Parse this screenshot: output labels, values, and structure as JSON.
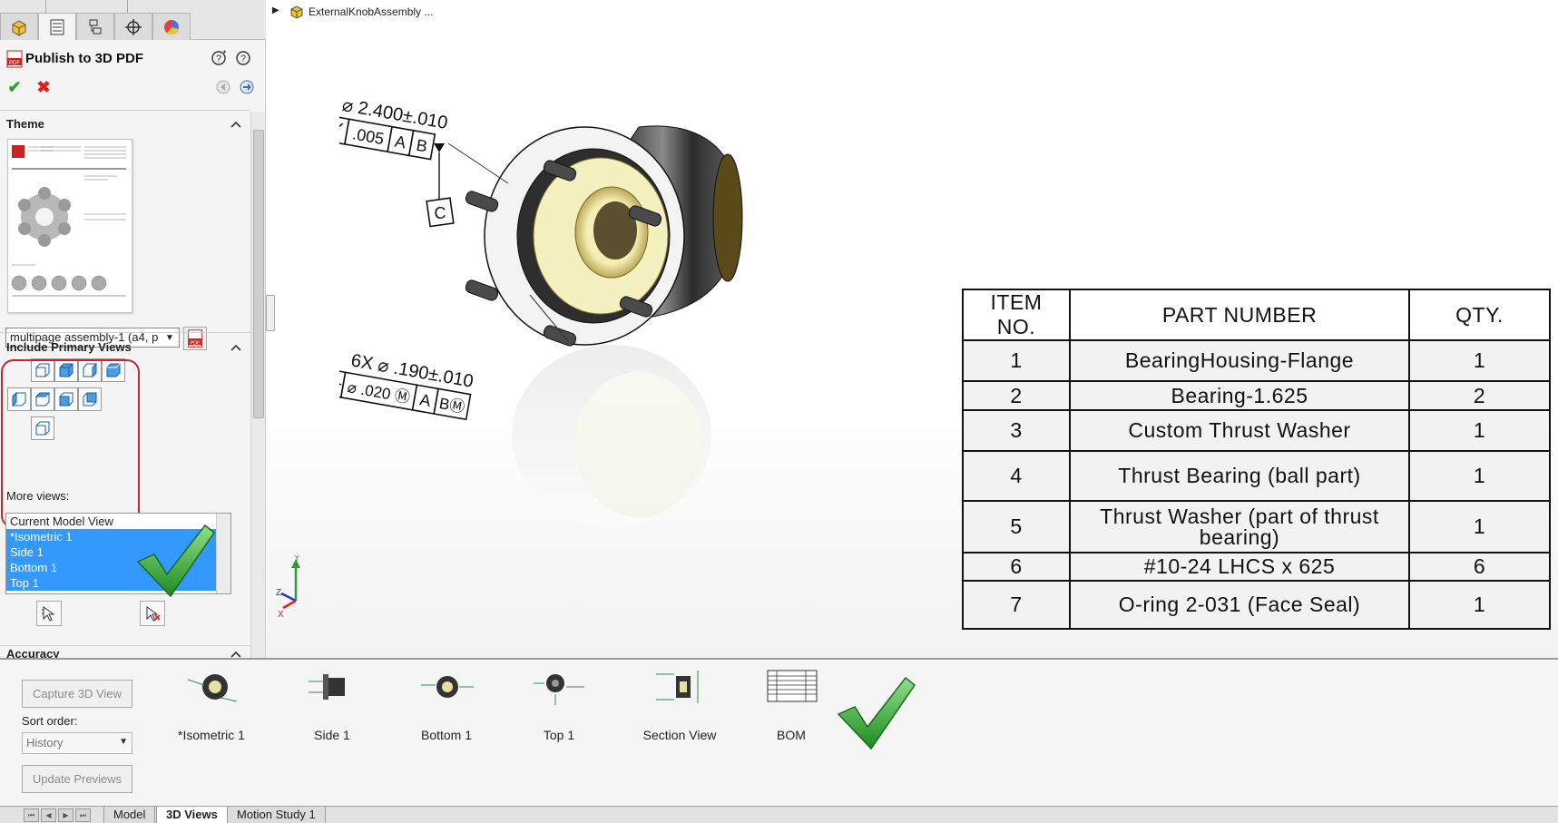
{
  "viewport": {
    "tree_label": "ExternalKnobAssembly ..."
  },
  "property_manager": {
    "title": "Publish to 3D PDF",
    "theme": {
      "title": "Theme",
      "selected": "multipage assembly-1 (a4, p"
    },
    "primary_views": {
      "title": "Include Primary Views",
      "more_views_label": "More views:",
      "more_views": [
        {
          "label": "Current Model View",
          "selected": false
        },
        {
          "label": "*Isometric 1",
          "selected": true
        },
        {
          "label": "Side 1",
          "selected": true
        },
        {
          "label": "Bottom 1",
          "selected": true
        },
        {
          "label": "Top 1",
          "selected": true
        }
      ]
    },
    "accuracy": {
      "title": "Accuracy"
    }
  },
  "annotations": {
    "dim_top": "⌀ 2.400±.010",
    "fcf_top": [
      ".005",
      "A",
      "B"
    ],
    "datum_c": "C",
    "dim_bottom": "6X ⌀ .190±.010",
    "fcf_bottom": [
      "⌀ .020 Ⓜ",
      "A",
      "BⓂ"
    ]
  },
  "bom": {
    "headers": [
      "ITEM NO.",
      "PART NUMBER",
      "QTY."
    ],
    "rows": [
      {
        "item": "1",
        "part": "BearingHousing-Flange",
        "qty": "1"
      },
      {
        "item": "2",
        "part": "Bearing-1.625",
        "qty": "2"
      },
      {
        "item": "3",
        "part": "Custom Thrust Washer",
        "qty": "1"
      },
      {
        "item": "4",
        "part": "Thrust Bearing (ball part)",
        "qty": "1"
      },
      {
        "item": "5",
        "part": "Thrust Washer (part of thrust bearing)",
        "qty": "1"
      },
      {
        "item": "6",
        "part": "#10-24 LHCS x 625",
        "qty": "6"
      },
      {
        "item": "7",
        "part": "O-ring  2-031 (Face Seal)",
        "qty": "1"
      }
    ]
  },
  "triad": {
    "x": "X",
    "y": "Y",
    "z": "Z"
  },
  "views_pane": {
    "capture_button": "Capture 3D View",
    "sort_label": "Sort order:",
    "sort_value": "History",
    "update_button": "Update Previews",
    "thumbnails": [
      "*Isometric 1",
      "Side 1",
      "Bottom 1",
      "Top 1",
      "Section View",
      "BOM"
    ]
  },
  "bottom_tabs": [
    "Model",
    "3D Views",
    "Motion Study 1"
  ],
  "colors": {
    "selection": "#3399ff",
    "highlight_ring": "#c1282d",
    "check_green": "#2e9e2e"
  }
}
